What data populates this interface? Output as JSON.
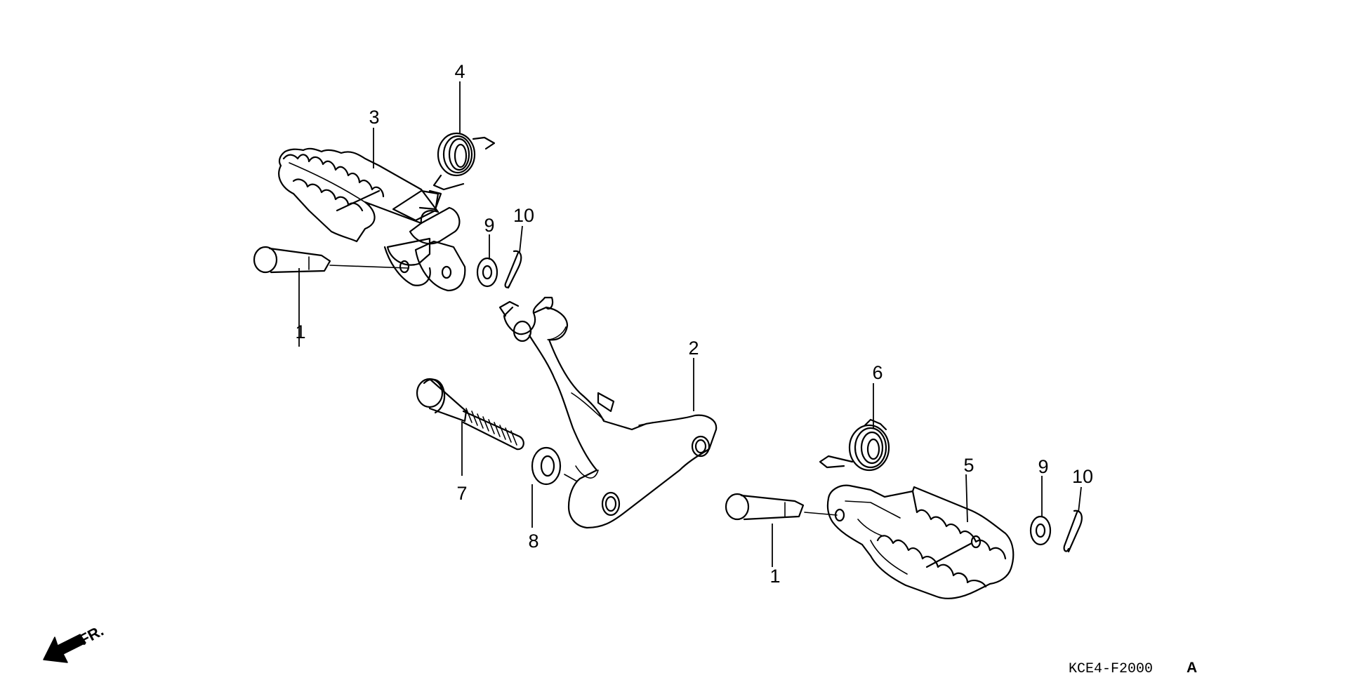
{
  "diagram": {
    "callouts": [
      {
        "id": "c1a",
        "label": "1"
      },
      {
        "id": "c2",
        "label": "2"
      },
      {
        "id": "c3",
        "label": "3"
      },
      {
        "id": "c4",
        "label": "4"
      },
      {
        "id": "c9a",
        "label": "9"
      },
      {
        "id": "c10a",
        "label": "10"
      },
      {
        "id": "c6",
        "label": "6"
      },
      {
        "id": "c5",
        "label": "5"
      },
      {
        "id": "c9b",
        "label": "9"
      },
      {
        "id": "c10b",
        "label": "10"
      },
      {
        "id": "c7",
        "label": "7"
      },
      {
        "id": "c8",
        "label": "8"
      },
      {
        "id": "c1b",
        "label": "1"
      }
    ],
    "direction_label": "FR.",
    "drawing_code": "KCE4-F2000",
    "drawing_code_suffix": "A"
  }
}
